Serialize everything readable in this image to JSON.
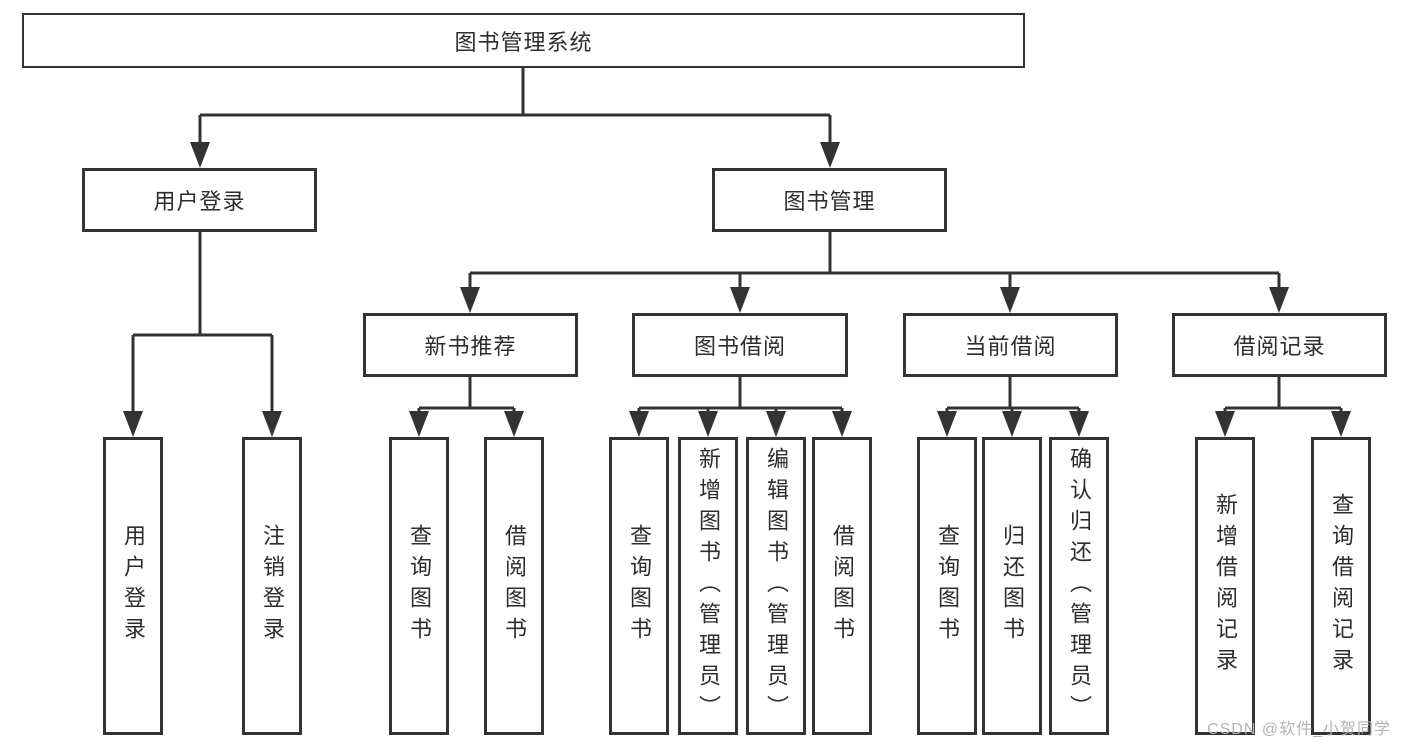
{
  "tree": {
    "label": "图书管理系统",
    "children": [
      {
        "label": "用户登录",
        "children": [
          {
            "label": "用户登录"
          },
          {
            "label": "注销登录"
          }
        ]
      },
      {
        "label": "图书管理",
        "children": [
          {
            "label": "新书推荐",
            "children": [
              {
                "label": "查询图书"
              },
              {
                "label": "借阅图书"
              }
            ]
          },
          {
            "label": "图书借阅",
            "children": [
              {
                "label": "查询图书"
              },
              {
                "label": "新增图书（管理员）"
              },
              {
                "label": "编辑图书（管理员）"
              },
              {
                "label": "借阅图书"
              }
            ]
          },
          {
            "label": "当前借阅",
            "children": [
              {
                "label": "查询图书"
              },
              {
                "label": "归还图书"
              },
              {
                "label": "确认归还（管理员）"
              }
            ]
          },
          {
            "label": "借阅记录",
            "children": [
              {
                "label": "新增借阅记录"
              },
              {
                "label": "查询借阅记录"
              }
            ]
          }
        ]
      }
    ]
  },
  "watermark": {
    "text": "CSDN @软件_小贺同学"
  },
  "colors": {
    "line": "#333333",
    "box_border": "#333333",
    "text": "#2d2d2d",
    "background": "#ffffff",
    "watermark": "#b3b3b3"
  }
}
